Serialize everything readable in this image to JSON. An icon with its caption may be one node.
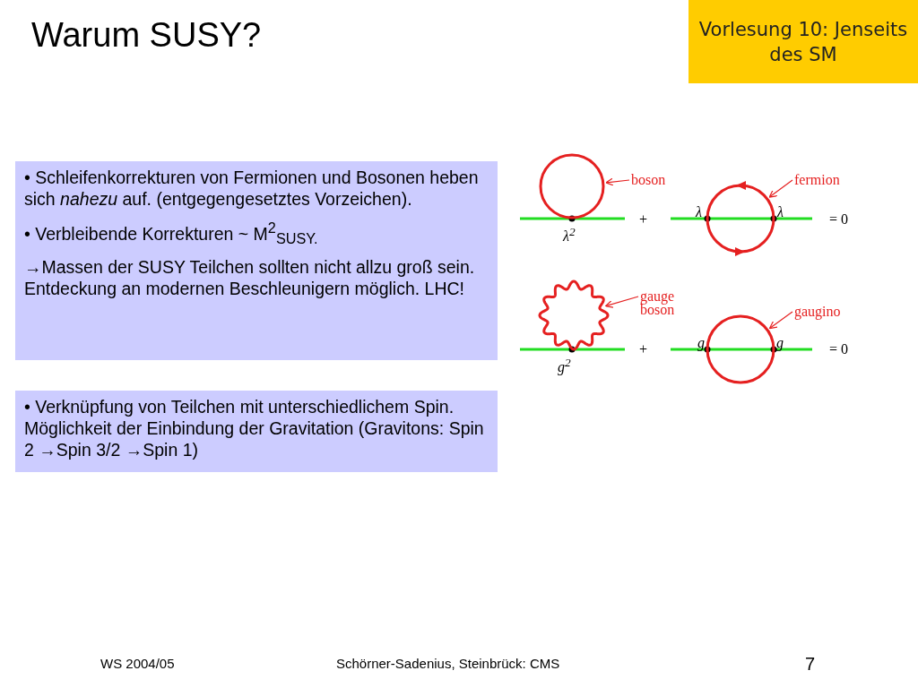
{
  "diagram": {
    "title": "Warum SUSY?",
    "nodes": [
      {
        "text": [
          "Vorlesung 10: Jenseits des SM"
        ]
      },
      {
        "text": [
          "• Schleifenkorrekturen von Fermionen und Bosonen heben sich *nahezu* auf. (entgegengesetztes Vorzeichen).",
          "• Verbleibende Korrekturen ~ M$^{2}$$_{SUSY.}$",
          "→Massen der SUSY Teilchen sollten nicht allzu groß sein. Entdeckung an modernen Beschleunigern möglich. LHC!"
        ]
      },
      {
        "text": [
          "• Verknüpfung von Teilchen mit unterschiedlichem Spin. Möglichkeit der Einbindung der Gravitation (Gravitons: Spin 2 →Spin 3/2 →Spin 1)"
        ]
      },
      {
        "text": [
          "boson"
        ]
      },
      {
        "text": [],
        "shape": "circle"
      },
      {
        "text": [
          "fermion"
        ]
      },
      {
        "text": [],
        "shape": "circle"
      },
      {
        "text": [
          "gauge boson"
        ]
      },
      {
        "text": [],
        "shape": "circle"
      },
      {
        "text": [
          "gaugino"
        ]
      },
      {
        "text": [],
        "shape": "circle"
      }
    ],
    "edges": [
      {
        "from": 3,
        "to": 4,
        "arrow": "to"
      },
      {
        "from": 5,
        "to": 6,
        "arrow": "to"
      },
      {
        "from": 7,
        "to": 8,
        "arrow": "to"
      },
      {
        "from": 9,
        "to": 10,
        "arrow": "to"
      }
    ],
    "labels": [
      "λ$^{2}$",
      "+",
      "λ",
      "λ",
      "= 0",
      "g$^{2}$",
      "+",
      "g",
      "g",
      "= 0",
      "WS 2004/05",
      "Schörner-Sadenius, Steinbrück: CMS",
      "7"
    ]
  }
}
